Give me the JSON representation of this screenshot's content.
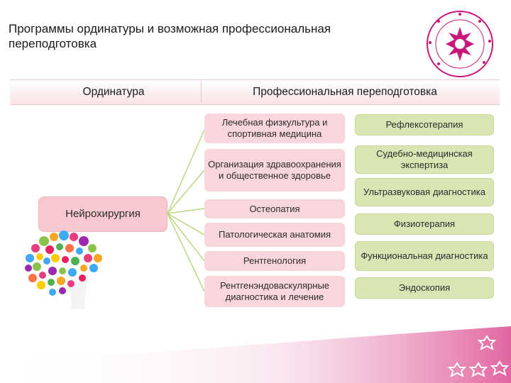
{
  "header": {
    "title": "Программы ординатуры и возможная профессиональная переподготовка"
  },
  "table_header": {
    "left": "Ординатура",
    "right": "Профессиональная переподготовка"
  },
  "residency": "Нейрохирургия",
  "retraining_middle": [
    "Лечебная физкультура и спортивная медицина",
    "Организация здравоохранения и общественное здоровье",
    "Остеопатия",
    "Патологическая анатомия",
    "Рентгенология",
    "Рентгенэндоваскулярные диагностика и лечение"
  ],
  "retraining_right": [
    "Рефлексотерапия",
    "Судебно-медицинская экспертиза",
    "Ультразвуковая диагностика",
    "Физиотерапия",
    "Функциональная диагностика",
    "Эндоскопия"
  ],
  "colors": {
    "main_box": "#f7c9cf",
    "middle_box": "#f9d6db",
    "right_box": "#d9e6b3",
    "connector": "#b7d57a",
    "logo": "#c8167a"
  },
  "icons": [
    "ministry-logo-icon",
    "brain-illustration",
    "star-decoration-icon"
  ]
}
